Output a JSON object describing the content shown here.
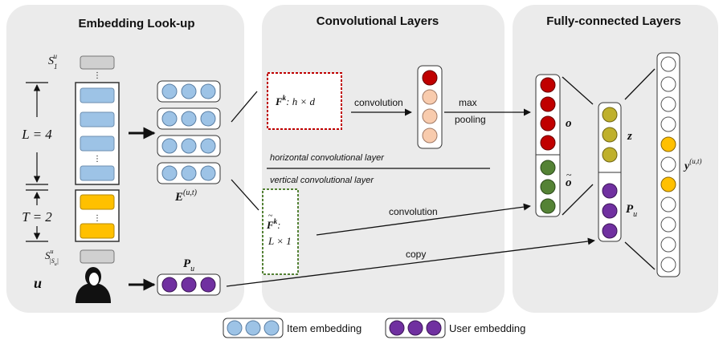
{
  "sections": {
    "embedding": "Embedding Look-up",
    "conv": "Convolutional Layers",
    "fc": "Fully-connected Layers"
  },
  "seq_labels": {
    "s1": "S",
    "s1_sup": "u",
    "s1_sub": "1",
    "slast": "S",
    "slast_sup": "u",
    "slast_sub": "|S",
    "slast_sub2": "u",
    "slast_sub3": "|"
  },
  "L_label": "L = 4",
  "T_label": "T = 2",
  "u_label": "u",
  "E_label": "E",
  "E_sup": "(u,t)",
  "Pu_label": "P",
  "Pu_sub": "u",
  "F_label": "F",
  "F_sup": "k",
  "F_dims": ": h × d",
  "Ft_label": "F",
  "Ft_sup": "k",
  "Ft_colon": ":",
  "Ft_dims": "L × 1",
  "convolution_top": "convolution",
  "max_pooling_1": "max",
  "max_pooling_2": "pooling",
  "horizontal_label": "horizontal convolutional layer",
  "vertical_label": "vertical convolutional layer",
  "convolution_bottom": "convolution",
  "copy_label": "copy",
  "o_label": "o",
  "otilde_label": "o",
  "z_label": "z",
  "Pu2_label": "P",
  "Pu2_sub": "u",
  "y_label": "y",
  "y_sup": "(u,t)",
  "legend": {
    "item": "Item embedding",
    "user": "User embedding"
  },
  "colors": {
    "panel": "#ebebeb",
    "item_blue": "#9dc3e6",
    "user_purple": "#7030a0",
    "red": "#c00000",
    "peach": "#f8cbad",
    "green": "#548235",
    "olive": "#bfb02c",
    "orange": "#ffc000",
    "seq_gray": "#d0d0d0",
    "seq_yellow": "#ffc000"
  }
}
